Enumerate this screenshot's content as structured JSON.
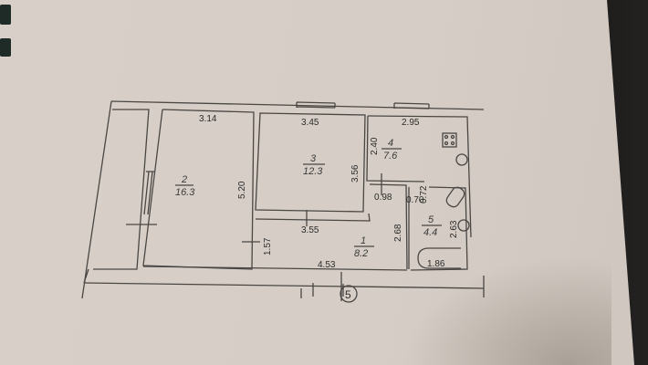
{
  "document": {
    "type": "apartment floor plan",
    "marker": "5"
  },
  "rooms": [
    {
      "number": "1",
      "area": "8.2"
    },
    {
      "number": "2",
      "area": "16.3"
    },
    {
      "number": "3",
      "area": "12.3"
    },
    {
      "number": "4",
      "area": "7.6"
    },
    {
      "number": "5",
      "area": "4.4"
    }
  ],
  "dimensions": {
    "room2_top": "3.14",
    "room2_side": "5.20",
    "room3_top": "3.45",
    "room3_side": "3.56",
    "room3_bottom": "3.55",
    "room4_top": "2.95",
    "room4_side": "2.40",
    "closet_width": "0.98",
    "closet_gap": "0.70",
    "closet_side": "0.72",
    "bath_side_left": "2.68",
    "bath_side_right": "2.63",
    "bathtub": "1.86",
    "hall_side": "1.57",
    "hall_bottom": "4.53"
  },
  "colors": {
    "paper": "#d8d0c8",
    "ink": "#3a3a3a"
  }
}
